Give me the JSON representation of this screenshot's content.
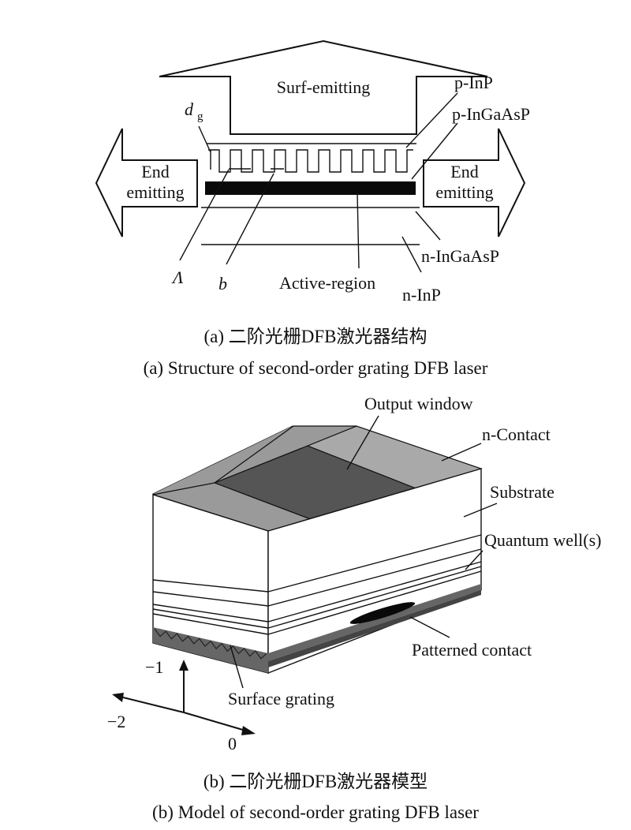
{
  "panel_a": {
    "labels": {
      "surf_emitting": "Surf-emitting",
      "end_emitting_left_1": "End",
      "end_emitting_left_2": "emitting",
      "end_emitting_right_1": "End",
      "end_emitting_right_2": "emitting",
      "p_inp": "p-InP",
      "p_ingaasp": "p-InGaAsP",
      "n_ingaasp": "n-InGaAsP",
      "n_inp": "n-InP",
      "active_region": "Active-region",
      "dg_main": "d",
      "dg_sub": "g",
      "lambda": "Λ",
      "b": "b"
    },
    "caption_cn": "(a) 二阶光栅DFB激光器结构",
    "caption_en": "(a) Structure of second-order grating DFB laser"
  },
  "panel_b": {
    "labels": {
      "output_window": "Output window",
      "n_contact": "n-Contact",
      "substrate": "Substrate",
      "quantum_wells": "Quantum well(s)",
      "patterned_contact": "Patterned contact",
      "surface_grating": "Surface grating",
      "axis_up": "−1",
      "axis_left": "−2",
      "axis_right": "0"
    },
    "caption_cn": "(b) 二阶光栅DFB激光器模型",
    "caption_en": "(b) Model of second-order grating DFB laser"
  }
}
